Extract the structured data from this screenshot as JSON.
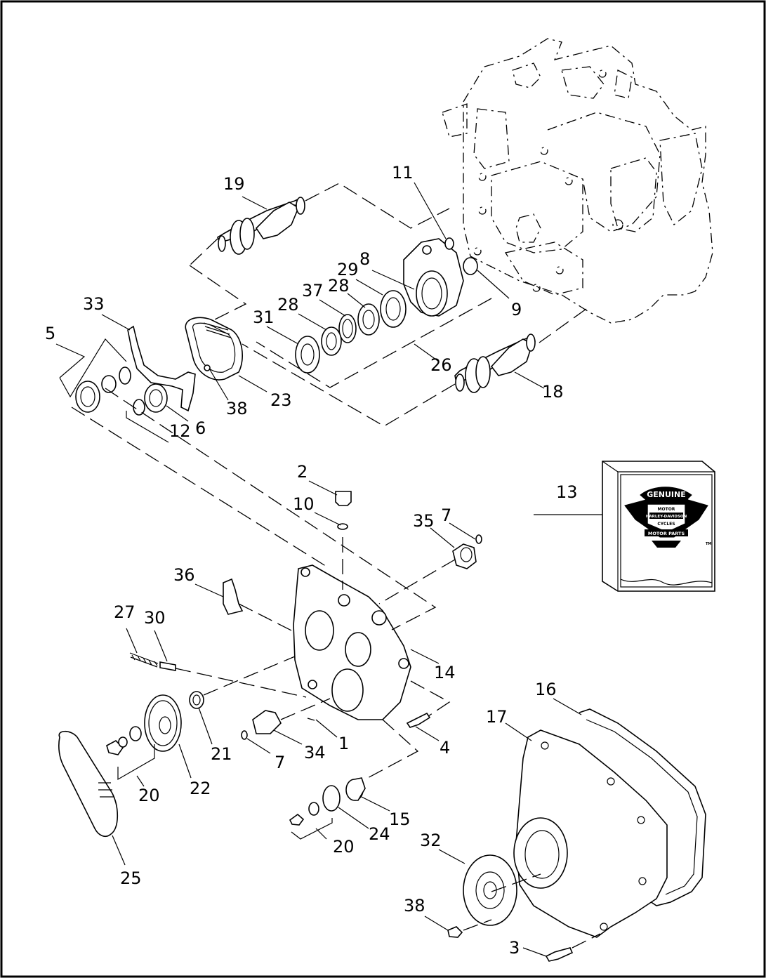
{
  "callouts": [
    {
      "id": "c19",
      "text": "19"
    },
    {
      "id": "c11",
      "text": "11"
    },
    {
      "id": "c29",
      "text": "29"
    },
    {
      "id": "c8",
      "text": "8"
    },
    {
      "id": "c37",
      "text": "37"
    },
    {
      "id": "c28a",
      "text": "28"
    },
    {
      "id": "c28b",
      "text": "28"
    },
    {
      "id": "c33",
      "text": "33"
    },
    {
      "id": "c31",
      "text": "31"
    },
    {
      "id": "c9",
      "text": "9"
    },
    {
      "id": "c5",
      "text": "5"
    },
    {
      "id": "c26",
      "text": "26"
    },
    {
      "id": "c18",
      "text": "18"
    },
    {
      "id": "c23",
      "text": "23"
    },
    {
      "id": "c38a",
      "text": "38"
    },
    {
      "id": "c12",
      "text": "12"
    },
    {
      "id": "c6",
      "text": "6"
    },
    {
      "id": "c2",
      "text": "2"
    },
    {
      "id": "c10",
      "text": "10"
    },
    {
      "id": "c13",
      "text": "13"
    },
    {
      "id": "c35",
      "text": "35"
    },
    {
      "id": "c7a",
      "text": "7"
    },
    {
      "id": "c36",
      "text": "36"
    },
    {
      "id": "c27",
      "text": "27"
    },
    {
      "id": "c30",
      "text": "30"
    },
    {
      "id": "c14",
      "text": "14"
    },
    {
      "id": "c16",
      "text": "16"
    },
    {
      "id": "c17",
      "text": "17"
    },
    {
      "id": "c21",
      "text": "21"
    },
    {
      "id": "c1",
      "text": "1"
    },
    {
      "id": "c4",
      "text": "4"
    },
    {
      "id": "c7b",
      "text": "7"
    },
    {
      "id": "c34",
      "text": "34"
    },
    {
      "id": "c20a",
      "text": "20"
    },
    {
      "id": "c22",
      "text": "22"
    },
    {
      "id": "c15",
      "text": "15"
    },
    {
      "id": "c24",
      "text": "24"
    },
    {
      "id": "c20b",
      "text": "20"
    },
    {
      "id": "c25",
      "text": "25"
    },
    {
      "id": "c32",
      "text": "32"
    },
    {
      "id": "c38b",
      "text": "38"
    },
    {
      "id": "c3",
      "text": "3"
    }
  ],
  "logo": {
    "top_text": "GENUINE",
    "brand_text_1": "MOTOR",
    "brand_text_2": "HARLEY-DAVIDSON",
    "brand_text_3": "CYCLES",
    "bottom_text": "MOTOR PARTS",
    "trademark": "TM"
  },
  "colors": {
    "line": "#000000",
    "background": "#ffffff"
  }
}
